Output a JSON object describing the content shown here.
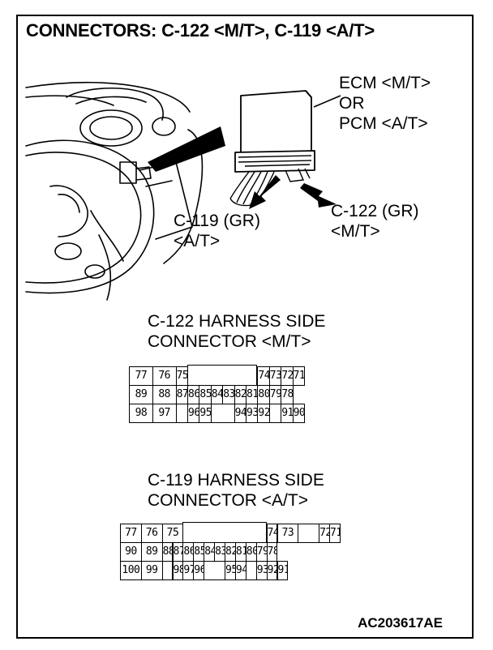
{
  "title": "CONNECTORS: C-122 <M/T>, C-119 <A/T>",
  "illustration": {
    "ecm_label_1": "ECM <M/T>",
    "ecm_label_2": "OR",
    "ecm_label_3": "PCM <A/T>",
    "c119_label_1": "C-119 (GR)",
    "c119_label_2": "<A/T>",
    "c122_label_1": "C-122 (GR)",
    "c122_label_2": "<M/T>"
  },
  "c122": {
    "heading_1": "C-122 HARNESS SIDE",
    "heading_2": "CONNECTOR <M/T>",
    "rows": [
      [
        {
          "t": "77",
          "w": 2
        },
        {
          "t": "76",
          "w": 2
        },
        {
          "t": "75",
          "w": 1
        },
        {
          "t": "",
          "w": 6,
          "gap": true
        },
        {
          "t": "74",
          "w": 1
        },
        {
          "t": "73",
          "w": 1
        },
        {
          "t": "72",
          "w": 1
        },
        {
          "t": "71",
          "w": 1
        }
      ],
      [
        {
          "t": "89",
          "w": 2
        },
        {
          "t": "88",
          "w": 2
        },
        {
          "t": "87",
          "w": 1
        },
        {
          "t": "86",
          "w": 1
        },
        {
          "t": "85",
          "w": 1
        },
        {
          "t": "84",
          "w": 1
        },
        {
          "t": "83",
          "w": 1
        },
        {
          "t": "82",
          "w": 1
        },
        {
          "t": "81",
          "w": 1
        },
        {
          "t": "80",
          "w": 1
        },
        {
          "t": "79",
          "w": 1
        },
        {
          "t": "78",
          "w": 1
        }
      ],
      [
        {
          "t": "98",
          "w": 2
        },
        {
          "t": "97",
          "w": 2
        },
        {
          "t": "",
          "w": 1
        },
        {
          "t": "96",
          "w": 1
        },
        {
          "t": "95",
          "w": 1
        },
        {
          "t": "",
          "w": 2
        },
        {
          "t": "94",
          "w": 1
        },
        {
          "t": "93",
          "w": 1
        },
        {
          "t": "92",
          "w": 1
        },
        {
          "t": "",
          "w": 1
        },
        {
          "t": "91",
          "w": 1
        },
        {
          "t": "90",
          "w": 1
        }
      ]
    ]
  },
  "c119": {
    "heading_1": "C-119 HARNESS SIDE",
    "heading_2": "CONNECTOR <A/T>",
    "rows": [
      [
        {
          "t": "77",
          "w": 2
        },
        {
          "t": "76",
          "w": 2
        },
        {
          "t": "75",
          "w": 2
        },
        {
          "t": "",
          "w": 8,
          "gap": true
        },
        {
          "t": "74",
          "w": 1
        },
        {
          "t": "73",
          "w": 2
        },
        {
          "t": "",
          "w": 2
        },
        {
          "t": "72",
          "w": 1
        },
        {
          "t": "71",
          "w": 1
        }
      ],
      [
        {
          "t": "90",
          "w": 2
        },
        {
          "t": "89",
          "w": 2
        },
        {
          "t": "88",
          "w": 1
        },
        {
          "t": "87",
          "w": 1
        },
        {
          "t": "86",
          "w": 1
        },
        {
          "t": "85",
          "w": 1
        },
        {
          "t": "84",
          "w": 1
        },
        {
          "t": "83",
          "w": 1
        },
        {
          "t": "82",
          "w": 1
        },
        {
          "t": "81",
          "w": 1
        },
        {
          "t": "80",
          "w": 1
        },
        {
          "t": "79",
          "w": 1
        },
        {
          "t": "78",
          "w": 1
        }
      ],
      [
        {
          "t": "100",
          "w": 2
        },
        {
          "t": "99",
          "w": 2
        },
        {
          "t": "",
          "w": 1
        },
        {
          "t": "98",
          "w": 1
        },
        {
          "t": "97",
          "w": 1
        },
        {
          "t": "96",
          "w": 1
        },
        {
          "t": "",
          "w": 2
        },
        {
          "t": "95",
          "w": 1
        },
        {
          "t": "94",
          "w": 1
        },
        {
          "t": "",
          "w": 1
        },
        {
          "t": "93",
          "w": 1
        },
        {
          "t": "92",
          "w": 1
        },
        {
          "t": "91",
          "w": 1
        }
      ]
    ]
  },
  "code": "AC203617AE"
}
